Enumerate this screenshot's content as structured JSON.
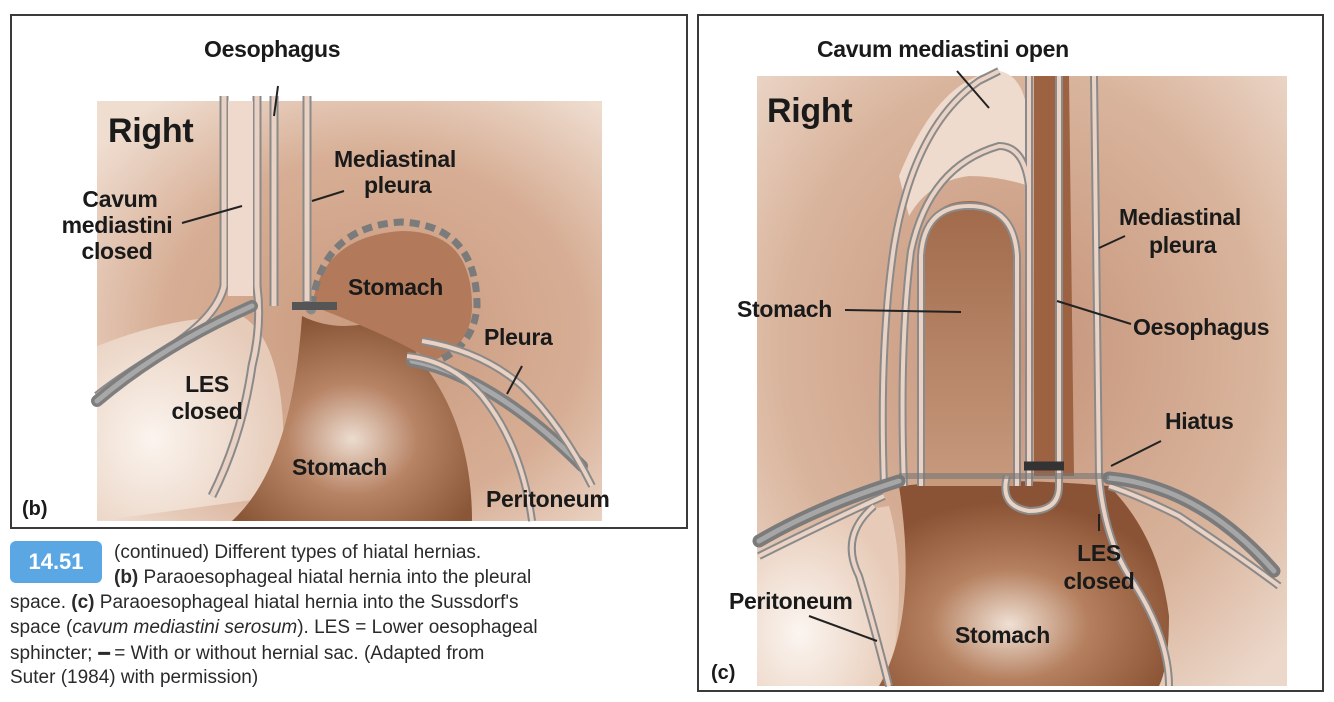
{
  "panel_b": {
    "side_label": "Right",
    "tag": "(b)",
    "labels": {
      "oesophagus": "Oesophagus",
      "mediastinal_pleura_1": "Mediastinal",
      "mediastinal_pleura_2": "pleura",
      "cavum_1": "Cavum",
      "cavum_2": "mediastini",
      "cavum_3": "closed",
      "stomach_top": "Stomach",
      "pleura": "Pleura",
      "les_1": "LES",
      "les_2": "closed",
      "stomach_bottom": "Stomach",
      "peritoneum": "Peritoneum"
    }
  },
  "panel_c": {
    "side_label": "Right",
    "tag": "(c)",
    "labels": {
      "cavum_open": "Cavum mediastini open",
      "mediastinal_pleura_1": "Mediastinal",
      "mediastinal_pleura_2": "pleura",
      "stomach_upper": "Stomach",
      "oesophagus": "Oesophagus",
      "hiatus": "Hiatus",
      "les_1": "LES",
      "les_2": "closed",
      "peritoneum": "Peritoneum",
      "stomach_lower": "Stomach"
    }
  },
  "caption": {
    "figure_number": "14.51",
    "line1": "(continued) Different types of hiatal hernias.",
    "line2_bold": "(b)",
    "line2_text": " Paraoesophageal hiatal hernia into the pleural",
    "line3_pre": "space. ",
    "line3_bold": "(c)",
    "line3_text": " Paraoesophageal hiatal hernia into the Sussdorf's",
    "line4_pre": "space (",
    "line4_italic": "cavum mediastini serosum",
    "line4_post": "). LES = Lower oesophageal",
    "line5_pre": "sphincter; ",
    "line5_dots": "▪▪▪▪▪",
    "line5_post": " = With or without hernial sac. (Adapted from",
    "line6": "Suter (1984) with permission)"
  },
  "colors": {
    "tissue_bg": "#d9b39b",
    "tissue_dark": "#9a6a4c",
    "membrane": "#8c8c8c",
    "badge": "#5aa7e3"
  }
}
